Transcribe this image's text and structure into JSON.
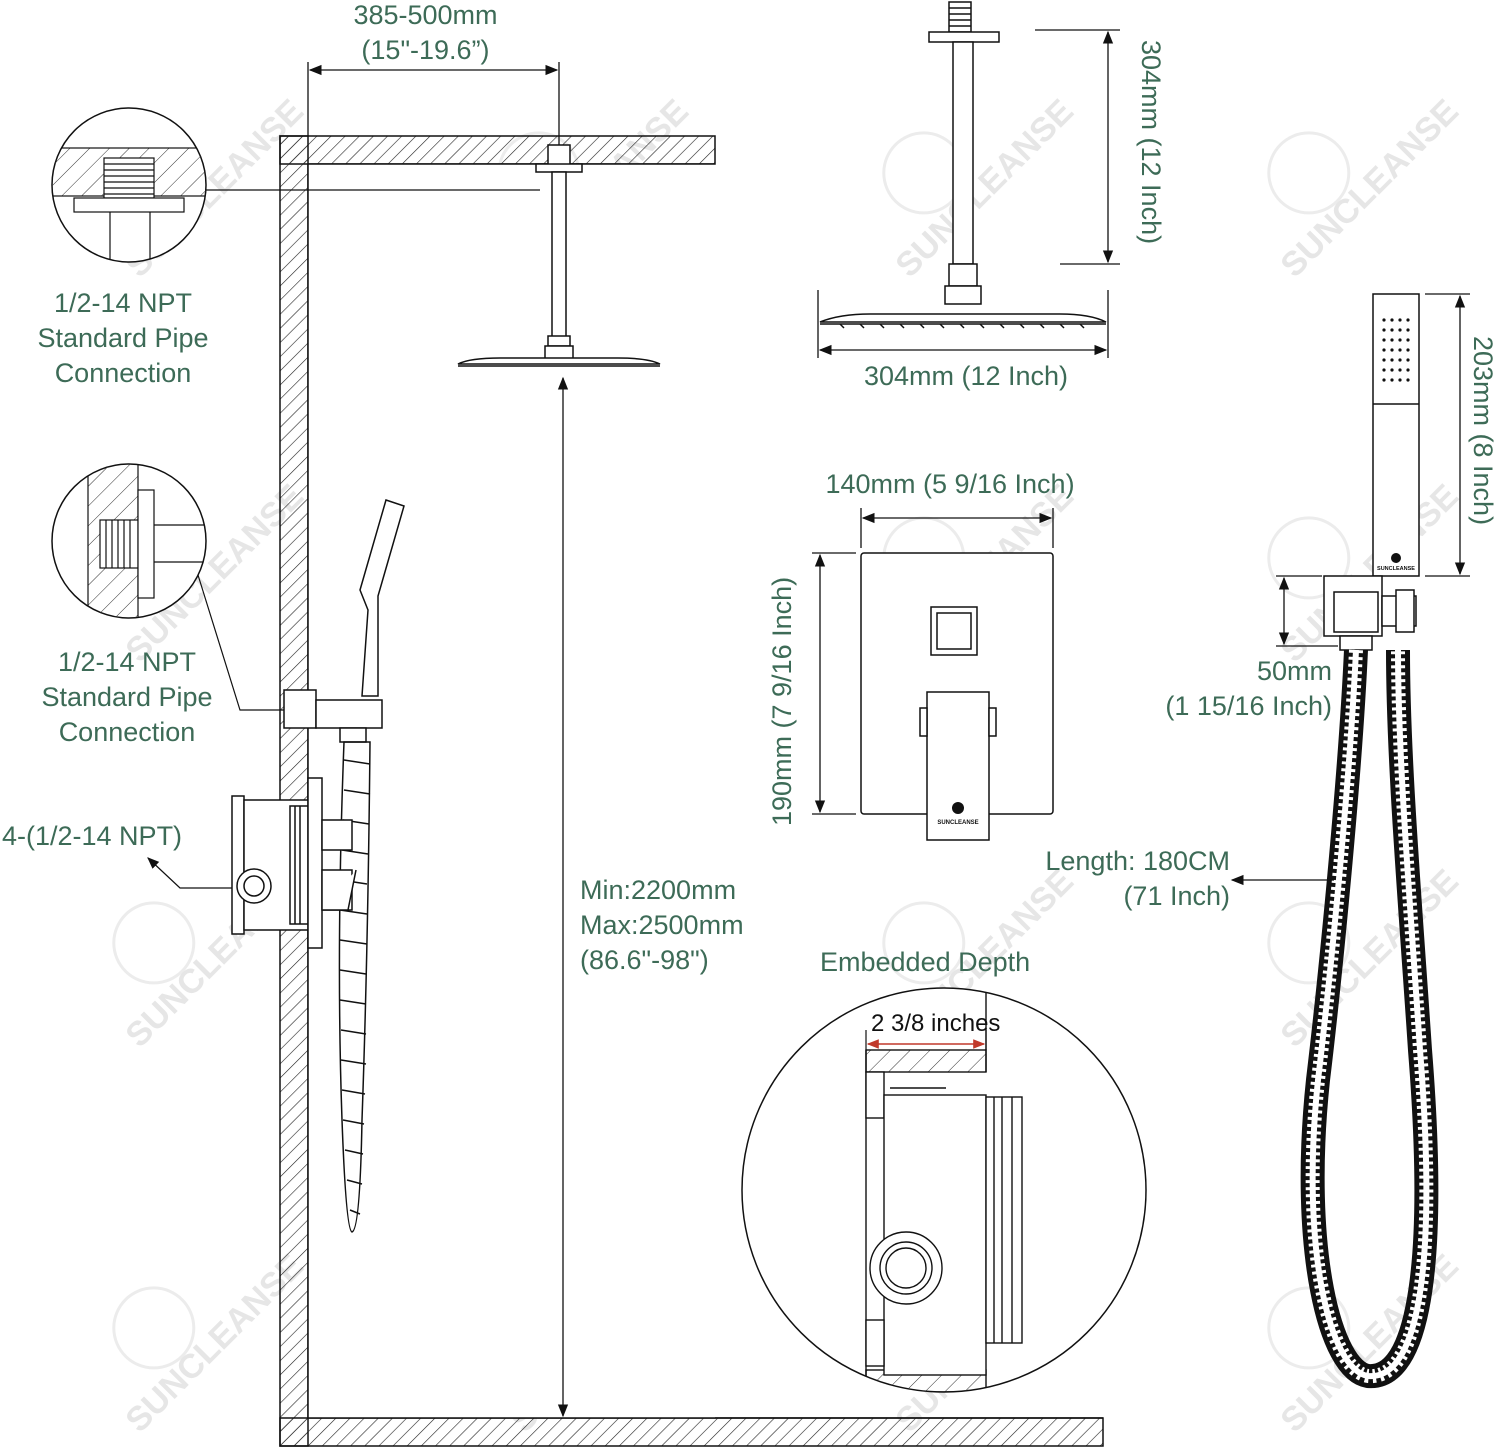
{
  "colors": {
    "label": "#3d6b57",
    "line": "#111111",
    "accent_red": "#c0392b",
    "watermark": "#e3e3e3"
  },
  "watermark": "SUNCLEANSE",
  "arm_spacing": {
    "line1": "385-500mm",
    "line2": "(15\"-19.6”)"
  },
  "ceiling_pipe_connection": {
    "line1": "1/2-14 NPT",
    "line2": "Standard Pipe",
    "line3": "Connection"
  },
  "wall_pipe_connection": {
    "line1": "1/2-14 NPT",
    "line2": "Standard Pipe",
    "line3": "Connection"
  },
  "valve_ports": "4-(1/2-14 NPT)",
  "mount_height": {
    "line1": "Min:2200mm",
    "line2": "Max:2500mm",
    "line3": "(86.6\"-98\")"
  },
  "arm_length": "304mm (12 Inch)",
  "head_width": "304mm (12 Inch)",
  "trim_width": "140mm (5 9/16 Inch)",
  "trim_height": "190mm (7 9/16 Inch)",
  "handheld_length": "203mm (8 Inch)",
  "holder_size": {
    "line1": "50mm",
    "line2": "(1 15/16 Inch)"
  },
  "hose_length": {
    "line1": "Length: 180CM",
    "line2": "(71 Inch)"
  },
  "embedded_depth": {
    "title": "Embedded Depth",
    "value": "2 3/8 inches"
  }
}
